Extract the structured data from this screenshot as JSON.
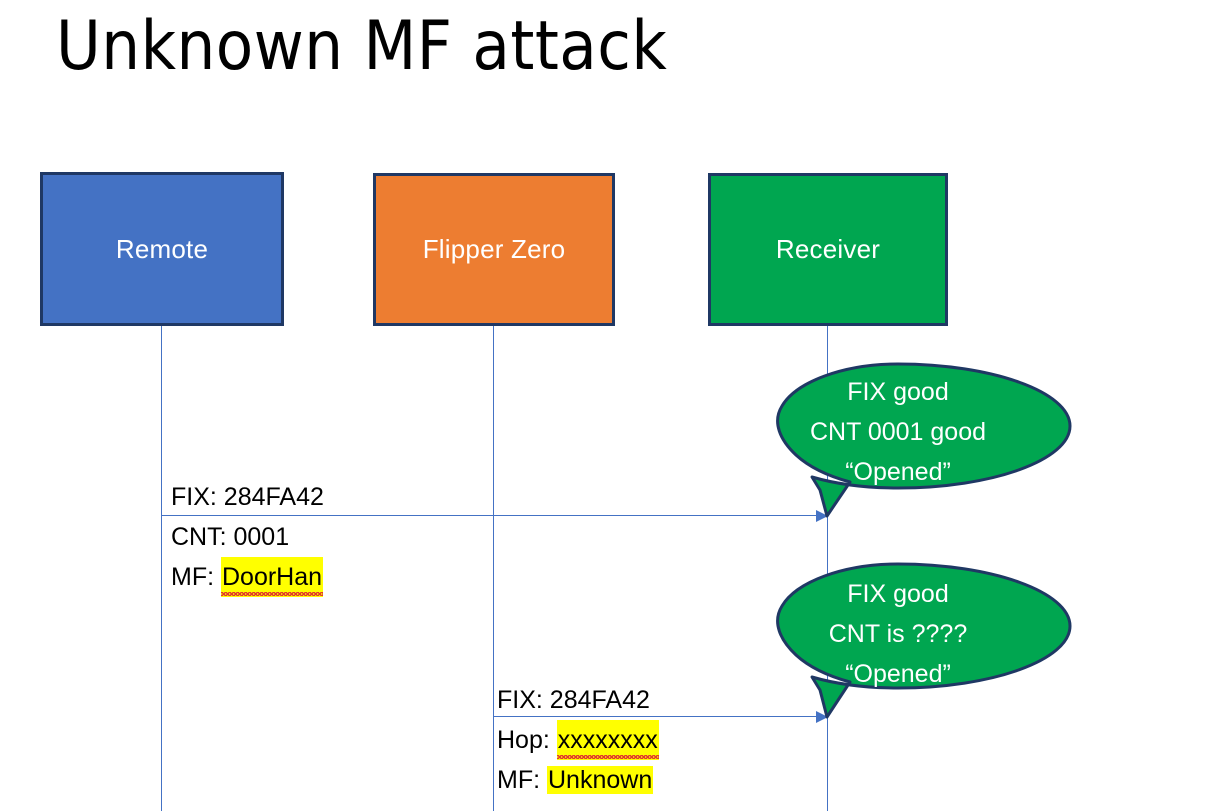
{
  "slide": {
    "title": "Unknown MF attack",
    "background": "#ffffff"
  },
  "colors": {
    "remote_blue": "#4472C4",
    "flipper_orange": "#ED7D31",
    "receiver_green": "#00A650",
    "box_border_navy": "#1F3864",
    "highlight_yellow": "#FFFF00",
    "spellcheck_red": "#E03030",
    "text_black": "#000000",
    "text_white": "#FFFFFF"
  },
  "actors": [
    {
      "id": "remote",
      "label": "Remote"
    },
    {
      "id": "flipper",
      "label": "Flipper Zero"
    },
    {
      "id": "receiver",
      "label": "Receiver"
    }
  ],
  "messages": [
    {
      "id": "msg-1",
      "from": "remote",
      "to": "receiver",
      "lines": [
        {
          "prefix": "FIX: ",
          "value": "284FA42",
          "highlight": false,
          "spellcheck_error": false
        },
        {
          "prefix": "CNT: ",
          "value": "0001",
          "highlight": false,
          "spellcheck_error": false
        },
        {
          "prefix": "MF: ",
          "value": "DoorHan",
          "highlight": true,
          "spellcheck_error": true
        }
      ]
    },
    {
      "id": "msg-2",
      "from": "flipper",
      "to": "receiver",
      "lines": [
        {
          "prefix": "FIX: ",
          "value": "284FA42",
          "highlight": false,
          "spellcheck_error": false
        },
        {
          "prefix": "Hop: ",
          "value": "xxxxxxxx",
          "highlight": true,
          "spellcheck_error": true
        },
        {
          "prefix": "MF: ",
          "value": "Unknown",
          "highlight": true,
          "spellcheck_error": false
        }
      ]
    }
  ],
  "callouts": [
    {
      "id": "callout-1",
      "attached_to": "msg-1",
      "lines": [
        "FIX good",
        "CNT 0001 good",
        "“Opened”"
      ]
    },
    {
      "id": "callout-2",
      "attached_to": "msg-2",
      "lines": [
        "FIX good",
        "CNT is ????",
        "“Opened”"
      ]
    }
  ]
}
